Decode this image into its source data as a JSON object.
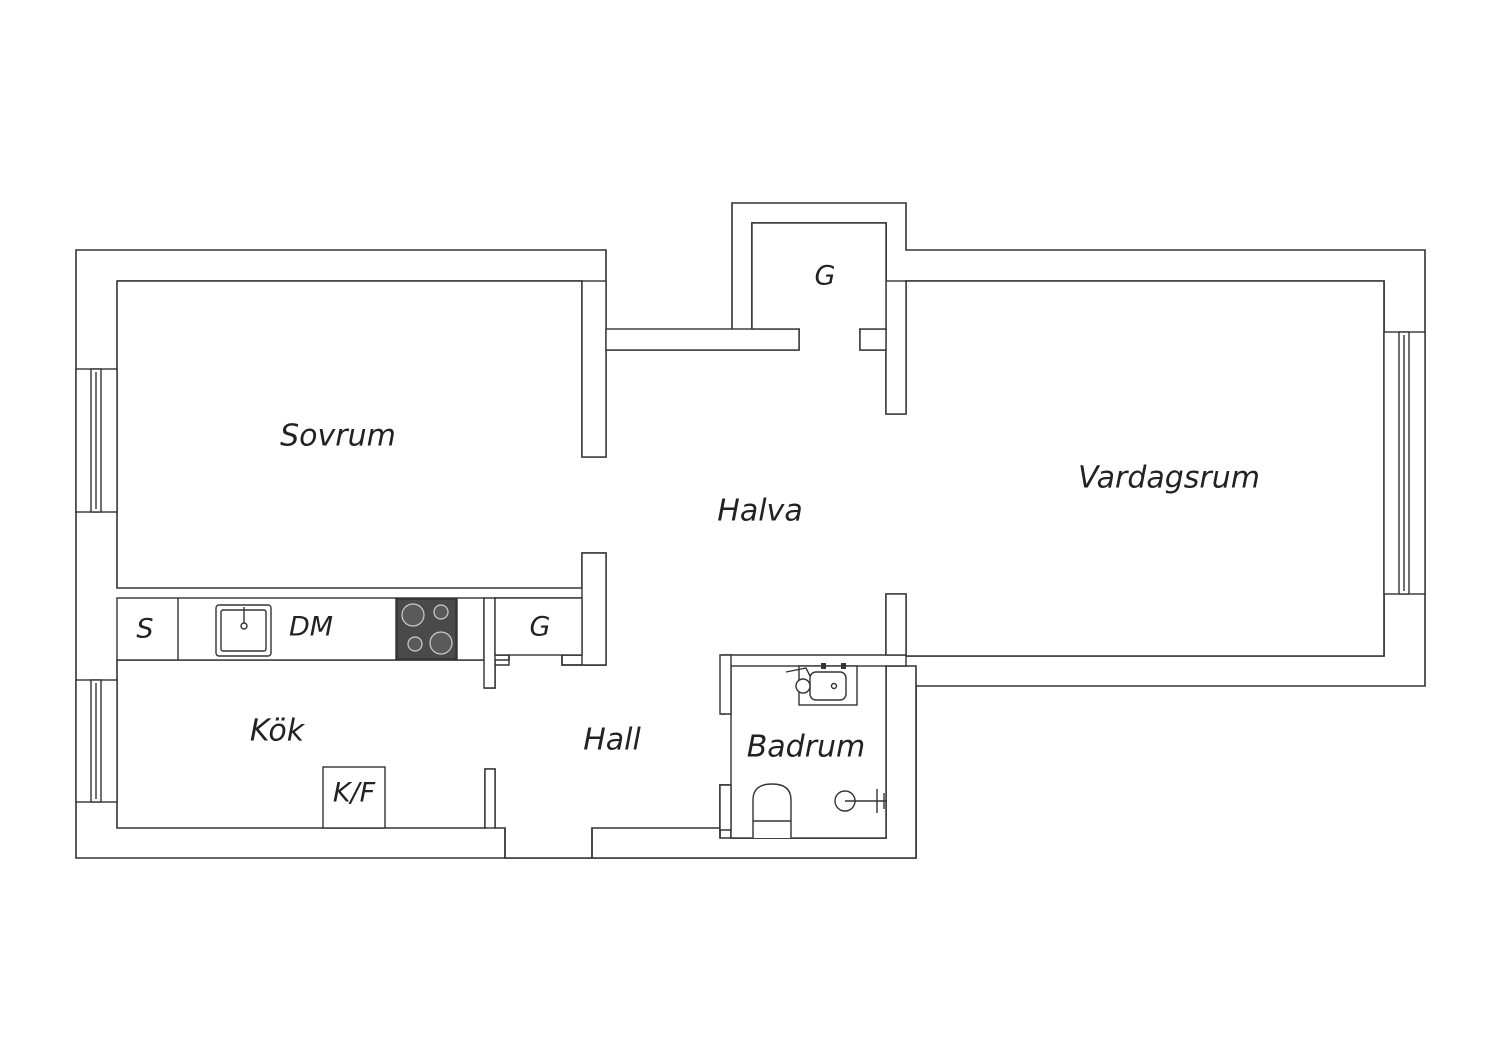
{
  "rooms": {
    "sovrum": "Sovrum",
    "halva": "Halva",
    "vardagsrum": "Vardagsrum",
    "kok": "Kök",
    "hall": "Hall",
    "badrum": "Badrum",
    "closet_top": "G",
    "closet_hall": "G"
  },
  "fixtures": {
    "storage": "S",
    "dishwasher": "DM",
    "fridge_freezer": "K/F"
  },
  "colors": {
    "line": "#333333",
    "stove": "#4a4a4a",
    "background": "#ffffff"
  }
}
